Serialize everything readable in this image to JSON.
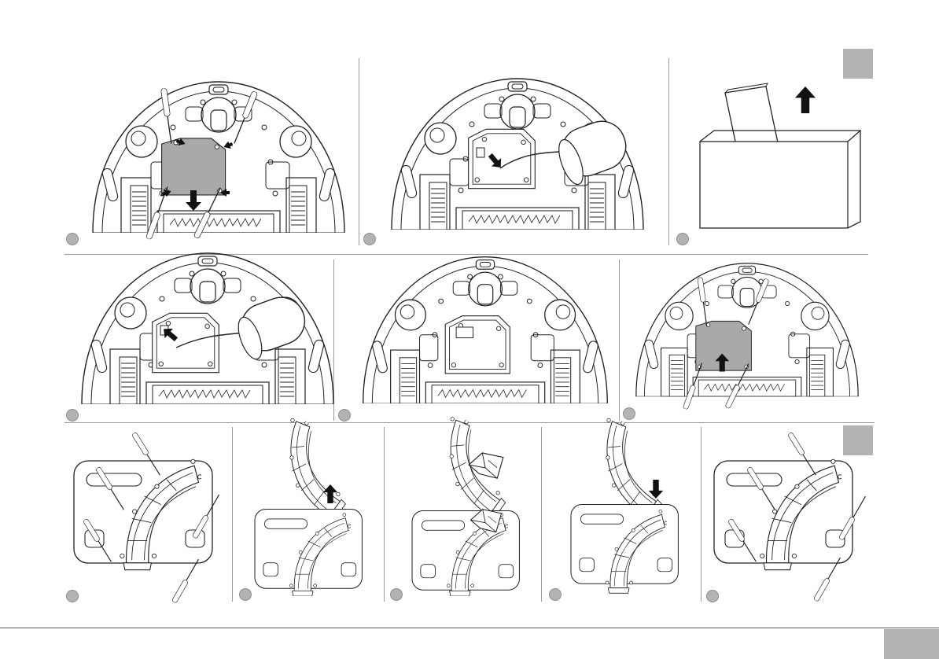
{
  "colors": {
    "stroke": "#222222",
    "fill_panel": "#b3b3b3",
    "cover": "#a9a9a9",
    "divider": "#9a9a9a",
    "background": "#ffffff"
  },
  "icons": {
    "arrow_up": "arrow-up-icon",
    "arrow_down": "arrow-down-icon",
    "screwdriver": "screwdriver-icon",
    "battery": "battery-icon",
    "cloth": "cleaning-cloth-icon"
  },
  "steps": [
    {
      "id": "row1-step1",
      "action": "remove-battery-cover"
    },
    {
      "id": "row1-step2",
      "action": "disconnect-battery"
    },
    {
      "id": "row1-step3",
      "action": "lift-battery"
    },
    {
      "id": "row2-step1",
      "action": "connect-battery"
    },
    {
      "id": "row2-step2",
      "action": "battery-in-place"
    },
    {
      "id": "row2-step3",
      "action": "refit-battery-cover"
    },
    {
      "id": "row3-step1",
      "action": "unscrew-holder"
    },
    {
      "id": "row3-step2",
      "action": "lift-holder"
    },
    {
      "id": "row3-step3",
      "action": "clean-with-cloth"
    },
    {
      "id": "row3-step4",
      "action": "lower-holder"
    },
    {
      "id": "row3-step5",
      "action": "screw-holder"
    }
  ]
}
